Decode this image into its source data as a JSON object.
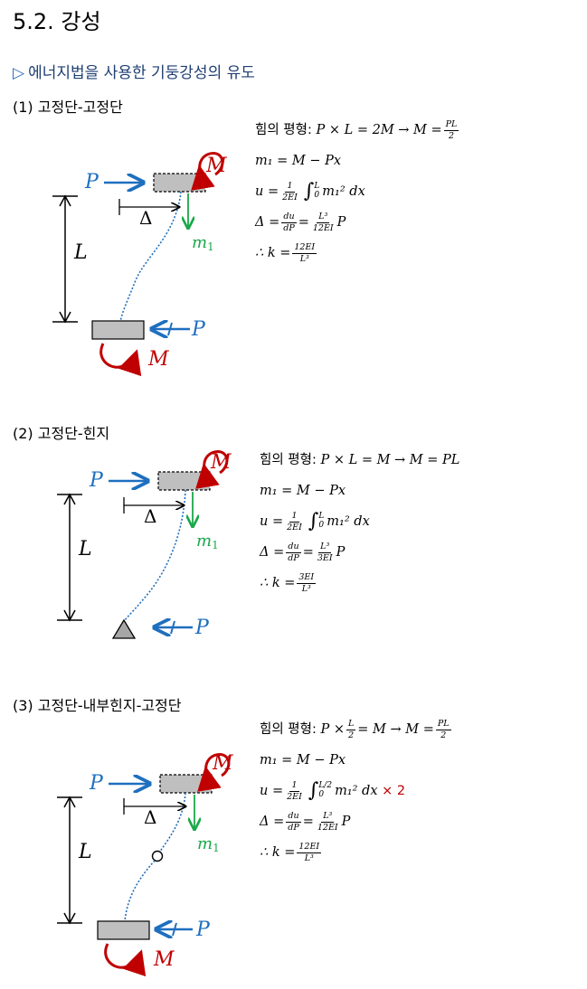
{
  "title": "5.2.  강성",
  "subtitle": "에너지법을 사용한 기둥강성의 유도",
  "subtitle_icon": "triangle-right-outline",
  "labels": {
    "P": "P",
    "M": "M",
    "L": "L",
    "Delta": "Δ",
    "m": "m",
    "one": "1"
  },
  "cases": [
    {
      "heading": "(1) 고정단-고정단",
      "eq_balance": {
        "prefix": "힘의 평형:",
        "lhs": "P × L = 2M → M =",
        "num": "PL",
        "den": "2",
        "tail": ""
      },
      "eq_m1": "m₁ = M − Px",
      "eq_u": {
        "prefix": "u =",
        "num": "1",
        "den": "2EI",
        "lower": "0",
        "upper": "L",
        "integrand": "m₁² dx",
        "factor": ""
      },
      "eq_delta": {
        "prefix": "Δ =",
        "num1": "du",
        "den1": "dP",
        "eq": "=",
        "num2": "L³",
        "den2": "12EI",
        "tail": "P"
      },
      "eq_k": {
        "prefix": "∴ k =",
        "num": "12EI",
        "den": "L³"
      }
    },
    {
      "heading": "(2) 고정단-힌지",
      "eq_balance": {
        "prefix": "힘의 평형:",
        "lhs": "P × L = M → M = PL",
        "num": "",
        "den": "",
        "tail": ""
      },
      "eq_m1": "m₁ = M − Px",
      "eq_u": {
        "prefix": "u =",
        "num": "1",
        "den": "2EI",
        "lower": "0",
        "upper": "L",
        "integrand": "m₁² dx",
        "factor": ""
      },
      "eq_delta": {
        "prefix": "Δ =",
        "num1": "du",
        "den1": "dP",
        "eq": "=",
        "num2": "L³",
        "den2": "3EI",
        "tail": "P"
      },
      "eq_k": {
        "prefix": "∴ k =",
        "num": "3EI",
        "den": "L³"
      }
    },
    {
      "heading": "(3) 고정단-내부힌지-고정단",
      "eq_balance": {
        "prefix": "힘의 평형:",
        "lhs": "P ×",
        "num": "L",
        "den": "2",
        "tail": "= M → M =",
        "num2": "PL",
        "den2": "2"
      },
      "eq_m1": "m₁ = M − Px",
      "eq_u": {
        "prefix": "u =",
        "num": "1",
        "den": "2EI",
        "lower": "0",
        "upper": "L/2",
        "integrand": "m₁² dx",
        "factor": "× 2"
      },
      "eq_delta": {
        "prefix": "Δ =",
        "num1": "du",
        "den1": "dP",
        "eq": "=",
        "num2": "L³",
        "den2": "12EI",
        "tail": "P"
      },
      "eq_k": {
        "prefix": "∴ k =",
        "num": "12EI",
        "den": "L³"
      }
    }
  ],
  "colors": {
    "force": "#1f6fbf",
    "moment": "#c00000",
    "m1": "#1aa84a",
    "member": "#1f6fbf",
    "block": "#bfbfbf"
  }
}
